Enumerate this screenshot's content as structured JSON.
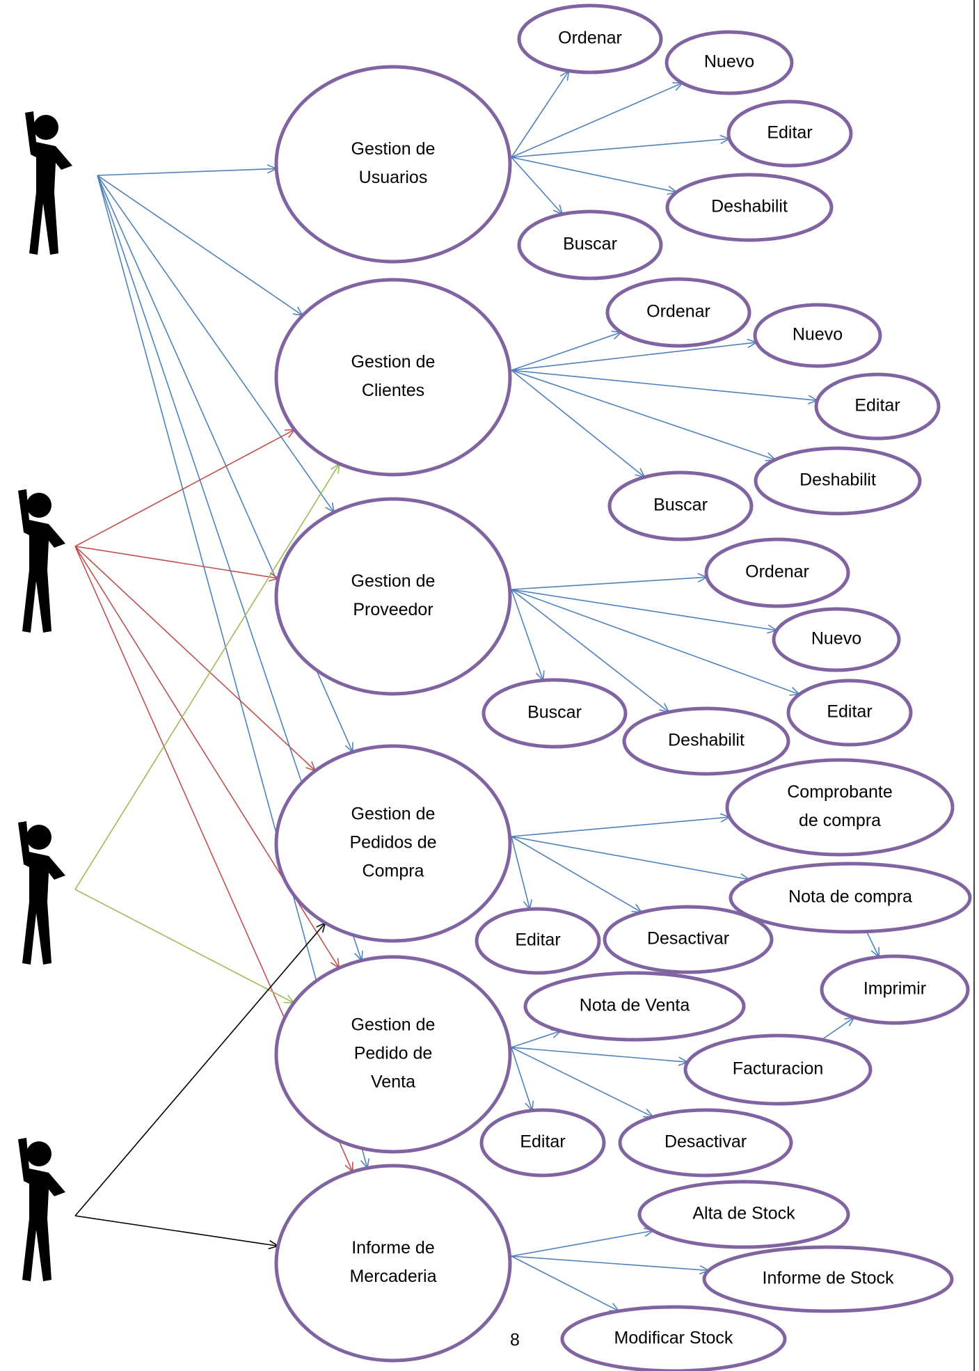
{
  "colors": {
    "ellipse_stroke": "#8064a2",
    "blue": "#4f81bd",
    "red": "#c0504d",
    "green": "#9bbb59",
    "black": "#000000",
    "actor": "#000000"
  },
  "actors": [
    {
      "id": "actor1",
      "icon": "stick-figure-icon"
    },
    {
      "id": "actor2",
      "icon": "stick-figure-icon"
    },
    {
      "id": "actor3",
      "icon": "stick-figure-icon"
    },
    {
      "id": "actor4",
      "icon": "stick-figure-icon"
    }
  ],
  "use_cases": [
    {
      "id": "uc-usuarios",
      "lines": [
        "Gestion de",
        "Usuarios"
      ]
    },
    {
      "id": "uc-clientes",
      "lines": [
        "Gestion de",
        "Clientes"
      ]
    },
    {
      "id": "uc-proveedor",
      "lines": [
        "Gestion de",
        "Proveedor"
      ]
    },
    {
      "id": "uc-pedidos-compra",
      "lines": [
        "Gestion de",
        "Pedidos de",
        "Compra"
      ]
    },
    {
      "id": "uc-pedido-venta",
      "lines": [
        "Gestion de",
        "Pedido de",
        "Venta"
      ]
    },
    {
      "id": "uc-mercaderia",
      "lines": [
        "Informe de",
        "Mercaderia"
      ]
    }
  ],
  "sub_cases": [
    {
      "id": "usu-ordenar",
      "lines": [
        "Ordenar"
      ]
    },
    {
      "id": "usu-nuevo",
      "lines": [
        "Nuevo"
      ]
    },
    {
      "id": "usu-editar",
      "lines": [
        "Editar"
      ]
    },
    {
      "id": "usu-deshabilit",
      "lines": [
        "Deshabilit"
      ]
    },
    {
      "id": "usu-buscar",
      "lines": [
        "Buscar"
      ]
    },
    {
      "id": "cli-ordenar",
      "lines": [
        "Ordenar"
      ]
    },
    {
      "id": "cli-nuevo",
      "lines": [
        "Nuevo"
      ]
    },
    {
      "id": "cli-editar",
      "lines": [
        "Editar"
      ]
    },
    {
      "id": "cli-deshabilit",
      "lines": [
        "Deshabilit"
      ]
    },
    {
      "id": "cli-buscar",
      "lines": [
        "Buscar"
      ]
    },
    {
      "id": "pro-ordenar",
      "lines": [
        "Ordenar"
      ]
    },
    {
      "id": "pro-nuevo",
      "lines": [
        "Nuevo"
      ]
    },
    {
      "id": "pro-editar",
      "lines": [
        "Editar"
      ]
    },
    {
      "id": "pro-deshabilit",
      "lines": [
        "Deshabilit"
      ]
    },
    {
      "id": "pro-buscar",
      "lines": [
        "Buscar"
      ]
    },
    {
      "id": "com-comprobante",
      "lines": [
        "Comprobante",
        "de compra"
      ]
    },
    {
      "id": "com-nota",
      "lines": [
        "Nota de compra"
      ]
    },
    {
      "id": "com-imprimir",
      "lines": [
        "Imprimir"
      ]
    },
    {
      "id": "com-desactivar",
      "lines": [
        "Desactivar"
      ]
    },
    {
      "id": "com-editar",
      "lines": [
        "Editar"
      ]
    },
    {
      "id": "ven-nota",
      "lines": [
        "Nota de Venta"
      ]
    },
    {
      "id": "ven-facturacion",
      "lines": [
        "Facturacion"
      ]
    },
    {
      "id": "ven-desactivar",
      "lines": [
        "Desactivar"
      ]
    },
    {
      "id": "ven-editar",
      "lines": [
        "Editar"
      ]
    },
    {
      "id": "mer-alta",
      "lines": [
        "Alta de Stock"
      ]
    },
    {
      "id": "mer-informe",
      "lines": [
        "Informe de Stock"
      ]
    },
    {
      "id": "mer-modificar",
      "lines": [
        "Modificar Stock"
      ]
    }
  ],
  "edges": [
    {
      "from": "actor1",
      "to": "uc-usuarios",
      "color": "blue"
    },
    {
      "from": "actor1",
      "to": "uc-clientes",
      "color": "blue"
    },
    {
      "from": "actor1",
      "to": "uc-proveedor",
      "color": "blue"
    },
    {
      "from": "actor1",
      "to": "uc-pedidos-compra",
      "color": "blue"
    },
    {
      "from": "actor1",
      "to": "uc-pedido-venta",
      "color": "blue"
    },
    {
      "from": "actor1",
      "to": "uc-mercaderia",
      "color": "blue"
    },
    {
      "from": "actor2",
      "to": "uc-clientes",
      "color": "red"
    },
    {
      "from": "actor2",
      "to": "uc-proveedor",
      "color": "red"
    },
    {
      "from": "actor2",
      "to": "uc-pedidos-compra",
      "color": "red"
    },
    {
      "from": "actor2",
      "to": "uc-pedido-venta",
      "color": "red"
    },
    {
      "from": "actor2",
      "to": "uc-mercaderia",
      "color": "red"
    },
    {
      "from": "actor3",
      "to": "uc-clientes",
      "color": "green"
    },
    {
      "from": "actor3",
      "to": "uc-pedido-venta",
      "color": "green"
    },
    {
      "from": "actor4",
      "to": "uc-pedidos-compra",
      "color": "black"
    },
    {
      "from": "actor4",
      "to": "uc-mercaderia",
      "color": "black"
    },
    {
      "from": "uc-usuarios",
      "to": "usu-ordenar",
      "color": "blue"
    },
    {
      "from": "uc-usuarios",
      "to": "usu-nuevo",
      "color": "blue"
    },
    {
      "from": "uc-usuarios",
      "to": "usu-editar",
      "color": "blue"
    },
    {
      "from": "uc-usuarios",
      "to": "usu-deshabilit",
      "color": "blue"
    },
    {
      "from": "uc-usuarios",
      "to": "usu-buscar",
      "color": "blue"
    },
    {
      "from": "uc-clientes",
      "to": "cli-ordenar",
      "color": "blue"
    },
    {
      "from": "uc-clientes",
      "to": "cli-nuevo",
      "color": "blue"
    },
    {
      "from": "uc-clientes",
      "to": "cli-editar",
      "color": "blue"
    },
    {
      "from": "uc-clientes",
      "to": "cli-deshabilit",
      "color": "blue"
    },
    {
      "from": "uc-clientes",
      "to": "cli-buscar",
      "color": "blue"
    },
    {
      "from": "uc-proveedor",
      "to": "pro-ordenar",
      "color": "blue"
    },
    {
      "from": "uc-proveedor",
      "to": "pro-nuevo",
      "color": "blue"
    },
    {
      "from": "uc-proveedor",
      "to": "pro-editar",
      "color": "blue"
    },
    {
      "from": "uc-proveedor",
      "to": "pro-deshabilit",
      "color": "blue"
    },
    {
      "from": "uc-proveedor",
      "to": "pro-buscar",
      "color": "blue"
    },
    {
      "from": "uc-pedidos-compra",
      "to": "com-comprobante",
      "color": "blue"
    },
    {
      "from": "uc-pedidos-compra",
      "to": "com-nota",
      "color": "blue"
    },
    {
      "from": "uc-pedidos-compra",
      "to": "com-desactivar",
      "color": "blue"
    },
    {
      "from": "uc-pedidos-compra",
      "to": "com-editar",
      "color": "blue"
    },
    {
      "from": "com-nota",
      "to": "com-imprimir",
      "color": "blue"
    },
    {
      "from": "uc-pedido-venta",
      "to": "ven-nota",
      "color": "blue"
    },
    {
      "from": "uc-pedido-venta",
      "to": "ven-facturacion",
      "color": "blue"
    },
    {
      "from": "uc-pedido-venta",
      "to": "ven-desactivar",
      "color": "blue"
    },
    {
      "from": "uc-pedido-venta",
      "to": "ven-editar",
      "color": "blue"
    },
    {
      "from": "ven-facturacion",
      "to": "com-imprimir",
      "color": "blue"
    },
    {
      "from": "uc-mercaderia",
      "to": "mer-alta",
      "color": "blue"
    },
    {
      "from": "uc-mercaderia",
      "to": "mer-informe",
      "color": "blue"
    },
    {
      "from": "uc-mercaderia",
      "to": "mer-modificar",
      "color": "blue"
    }
  ],
  "page_number": "8"
}
